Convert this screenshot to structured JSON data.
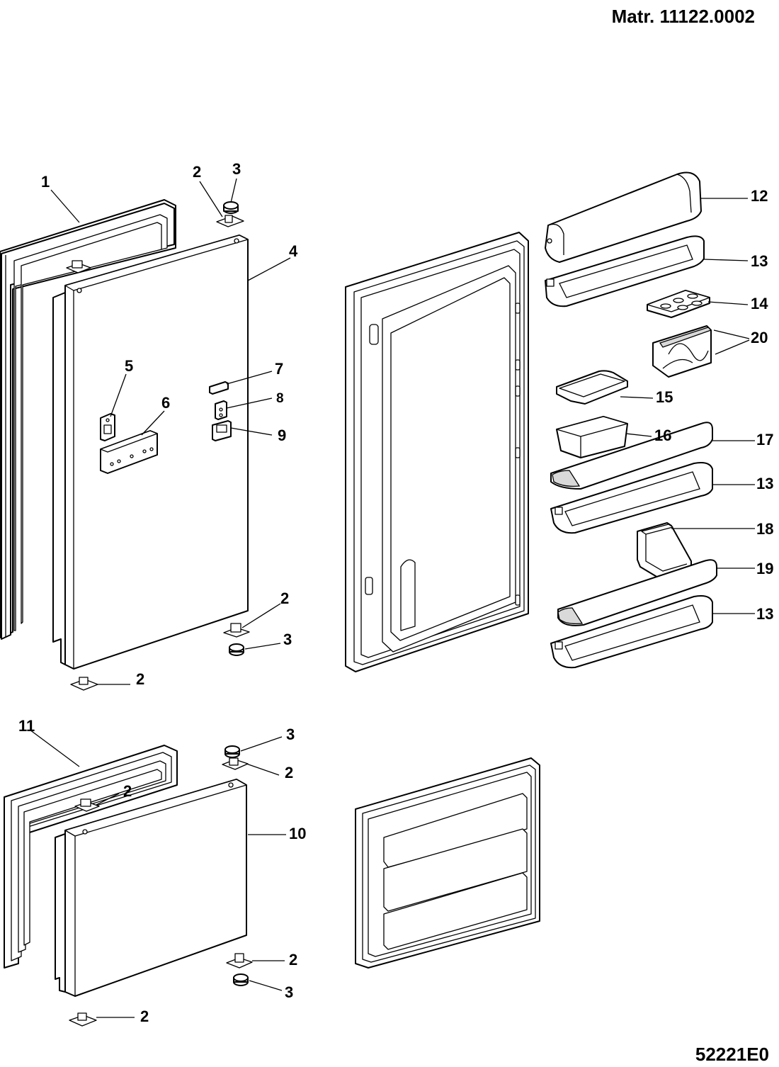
{
  "header": {
    "material_ref": "Matr. 11122.0002"
  },
  "footer": {
    "drawing_code": "52221E0"
  },
  "callouts": {
    "c1": "1",
    "c2a": "2",
    "c3a": "3",
    "c4": "4",
    "c5": "5",
    "c6": "6",
    "c7": "7",
    "c8": "8",
    "c9": "9",
    "c2b": "2",
    "c3b": "3",
    "c2c": "2",
    "c11": "11",
    "c3c": "3",
    "c2d": "2",
    "c2e": "2",
    "c10": "10",
    "c2f": "2",
    "c3d": "3",
    "c2g": "2",
    "c12": "12",
    "c13a": "13",
    "c14": "14",
    "c20": "20",
    "c15": "15",
    "c16": "16",
    "c17": "17",
    "c13b": "13",
    "c18": "18",
    "c19": "19",
    "c13c": "13"
  }
}
